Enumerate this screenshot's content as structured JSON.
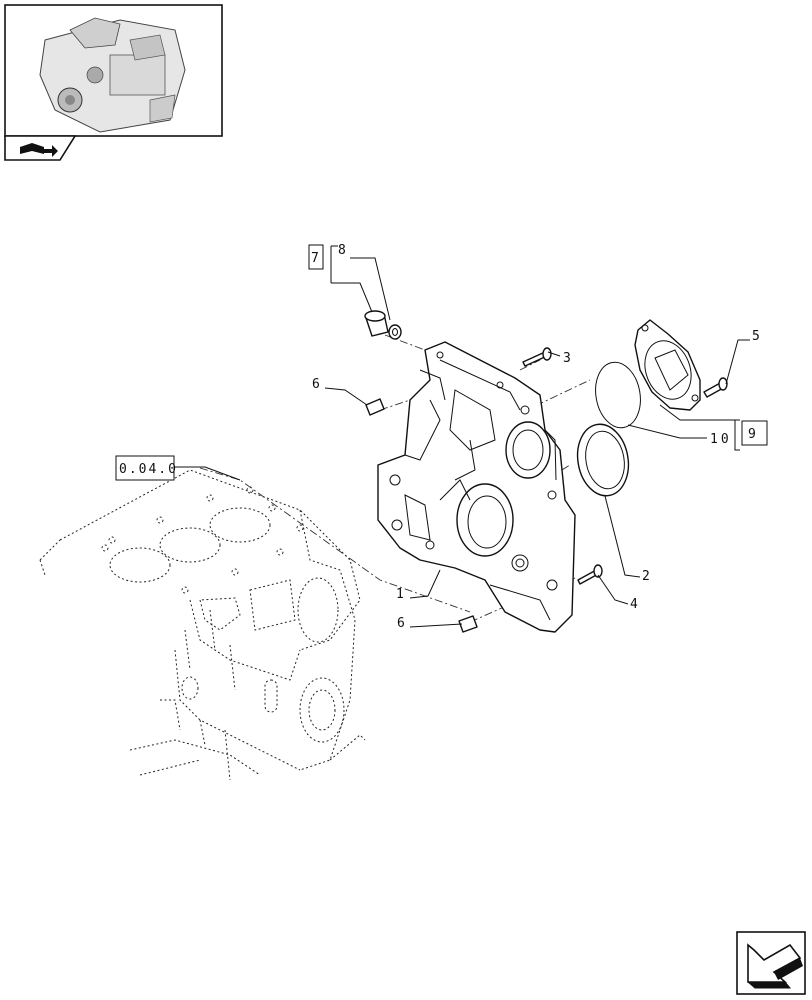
{
  "thumbnail": {
    "icon": "engine-thumbnail",
    "tab_icon": "book-arrow-icon"
  },
  "reference": {
    "label": "0.04.0"
  },
  "callouts": {
    "c1": "1",
    "c2": "2",
    "c3": "3",
    "c4": "4",
    "c5": "5",
    "c6a": "6",
    "c6b": "6",
    "c7": "7",
    "c8": "8",
    "c9": "9",
    "c10": "10"
  },
  "nav": {
    "icon": "next-page-arrow-icon"
  }
}
